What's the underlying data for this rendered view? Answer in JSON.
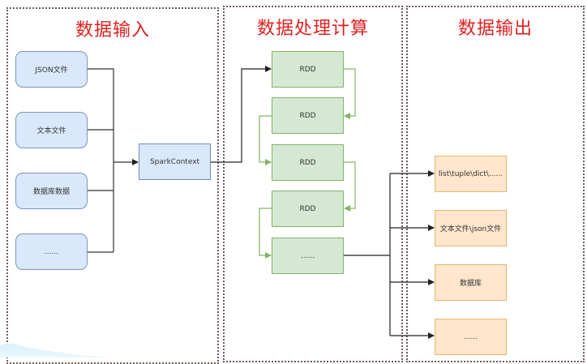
{
  "panels": {
    "input": {
      "title": "数据输入"
    },
    "process": {
      "title": "数据处理计算"
    },
    "output": {
      "title": "数据输出"
    }
  },
  "input_nodes": [
    "JSON文件",
    "文本文件",
    "数据库数据",
    "......"
  ],
  "context_node": "SparkContext",
  "rdd_nodes": [
    "RDD",
    "RDD",
    "RDD",
    "RDD",
    "......"
  ],
  "output_nodes": [
    "list\\tuple\\dict\\......",
    "文本文件\\json文件",
    "数据库",
    "......"
  ],
  "colors": {
    "title": "#e02020",
    "input_fill": "#dae8fc",
    "rdd_fill": "#d5e8d4",
    "rdd_edge": "#82b366",
    "output_fill": "#ffe6cc",
    "edge": "#222222"
  }
}
